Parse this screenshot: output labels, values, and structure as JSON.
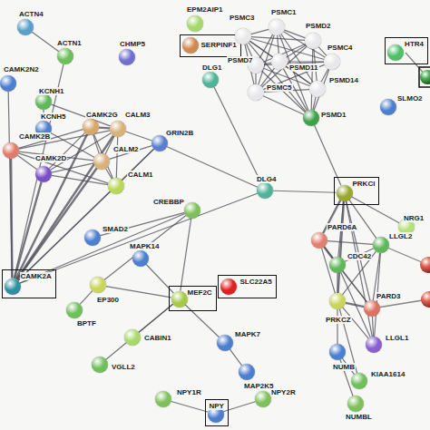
{
  "diagram": {
    "nodes": [
      {
        "text": [
          "ACTN4"
        ]
      },
      {
        "text": [
          "CAMK2N2"
        ]
      },
      {
        "text": [
          "ACTN1"
        ]
      },
      {
        "text": [
          "CHMP5"
        ]
      },
      {
        "text": [
          "EPM2AIP1"
        ]
      },
      {
        "text": [
          "SERPINF1"
        ]
      },
      {
        "text": [
          "DLG1"
        ]
      },
      {
        "text": [
          "PSMC3"
        ]
      },
      {
        "text": [
          "PSMC1"
        ]
      },
      {
        "text": [
          "PSMD2"
        ]
      },
      {
        "text": [
          "PSMD7"
        ]
      },
      {
        "text": [
          "PSMD11"
        ]
      },
      {
        "text": [
          "PSMC4"
        ]
      },
      {
        "text": [
          "PSMD14"
        ]
      },
      {
        "text": [
          "PSMC5"
        ]
      },
      {
        "text": [
          "PSMD1"
        ]
      },
      {
        "text": [
          "HTR4"
        ]
      },
      {
        "text": [
          "SLMO2"
        ]
      },
      {
        "text": [
          "KCNH1"
        ]
      },
      {
        "text": [
          "KCNH5"
        ]
      },
      {
        "text": [
          "CAMK2G"
        ]
      },
      {
        "text": [
          "CALM3"
        ]
      },
      {
        "text": [
          "CAMK2B"
        ]
      },
      {
        "text": [
          "CAMK2D"
        ]
      },
      {
        "text": [
          "CALM2"
        ]
      },
      {
        "text": [
          "CALM1"
        ]
      },
      {
        "text": [
          "GRIN2B"
        ]
      },
      {
        "text": [
          "DLG4"
        ]
      },
      {
        "text": [
          "PRKCI"
        ]
      },
      {
        "text": [
          "CREBBP"
        ]
      },
      {
        "text": [
          "NRG1"
        ]
      },
      {
        "text": [
          "PARD6A"
        ]
      },
      {
        "text": [
          "LLGL2"
        ]
      },
      {
        "text": [
          "SMAD2"
        ]
      },
      {
        "text": [
          "MAPK14"
        ]
      },
      {
        "text": [
          "CDC42"
        ]
      },
      {
        "text": [
          "CAMK2A"
        ]
      },
      {
        "text": [
          "EP300"
        ]
      },
      {
        "text": [
          "MEF2C"
        ]
      },
      {
        "text": [
          "SLC22A5"
        ]
      },
      {
        "text": [
          "PRKCZ"
        ]
      },
      {
        "text": [
          "PARD3"
        ]
      },
      {
        "text": [
          "BPTF"
        ]
      },
      {
        "text": [
          "CABIN1"
        ]
      },
      {
        "text": [
          "MAPK7"
        ]
      },
      {
        "text": [
          "LLGL1"
        ]
      },
      {
        "text": [
          "NUMB"
        ]
      },
      {
        "text": [
          "VGLL2"
        ]
      },
      {
        "text": [
          "MAP2K5"
        ]
      },
      {
        "text": [
          "KIAA1614"
        ]
      },
      {
        "text": [
          "NPY1R"
        ]
      },
      {
        "text": [
          "NPY2R"
        ]
      },
      {
        "text": [
          "NPY"
        ]
      },
      {
        "text": [
          "NUMBL"
        ]
      }
    ],
    "edges": [
      {
        "from": 0,
        "to": 2,
        "arrow": "none"
      },
      {
        "from": 2,
        "to": 36,
        "arrow": "none"
      },
      {
        "from": 1,
        "to": 36,
        "arrow": "none"
      },
      {
        "from": 18,
        "to": 19,
        "arrow": "none"
      },
      {
        "from": 18,
        "to": 21,
        "arrow": "none"
      },
      {
        "from": 19,
        "to": 24,
        "arrow": "none"
      },
      {
        "from": 20,
        "to": 21,
        "arrow": "none"
      },
      {
        "from": 20,
        "to": 24,
        "arrow": "none"
      },
      {
        "from": 20,
        "to": 25,
        "arrow": "none"
      },
      {
        "from": 20,
        "to": 36,
        "arrow": "none"
      },
      {
        "from": 20,
        "to": 22,
        "arrow": "none"
      },
      {
        "from": 20,
        "to": 23,
        "arrow": "none"
      },
      {
        "from": 21,
        "to": 22,
        "arrow": "none"
      },
      {
        "from": 21,
        "to": 23,
        "arrow": "none"
      },
      {
        "from": 21,
        "to": 36,
        "arrow": "none"
      },
      {
        "from": 21,
        "to": 24,
        "arrow": "none"
      },
      {
        "from": 21,
        "to": 25,
        "arrow": "none"
      },
      {
        "from": 22,
        "to": 23,
        "arrow": "none"
      },
      {
        "from": 22,
        "to": 24,
        "arrow": "none"
      },
      {
        "from": 22,
        "to": 25,
        "arrow": "none"
      },
      {
        "from": 22,
        "to": 36,
        "arrow": "none"
      },
      {
        "from": 23,
        "to": 24,
        "arrow": "none"
      },
      {
        "from": 23,
        "to": 25,
        "arrow": "none"
      },
      {
        "from": 23,
        "to": 36,
        "arrow": "none"
      },
      {
        "from": 24,
        "to": 25,
        "arrow": "none"
      },
      {
        "from": 24,
        "to": 36,
        "arrow": "none"
      },
      {
        "from": 25,
        "to": 36,
        "arrow": "none"
      },
      {
        "from": 26,
        "to": 36,
        "arrow": "none"
      },
      {
        "from": 26,
        "to": 21,
        "arrow": "none"
      },
      {
        "from": 26,
        "to": 24,
        "arrow": "none"
      },
      {
        "from": 26,
        "to": 25,
        "arrow": "none"
      },
      {
        "from": 26,
        "to": 27,
        "arrow": "none"
      },
      {
        "from": 27,
        "to": 36,
        "arrow": "none"
      },
      {
        "from": 6,
        "to": 27,
        "arrow": "none"
      },
      {
        "from": 27,
        "to": 28,
        "arrow": "none"
      },
      {
        "from": 15,
        "to": 28,
        "arrow": "none"
      },
      {
        "from": 36,
        "to": 29,
        "arrow": "none"
      },
      {
        "from": 29,
        "to": 33,
        "arrow": "none"
      },
      {
        "from": 29,
        "to": 37,
        "arrow": "none"
      },
      {
        "from": 29,
        "to": 38,
        "arrow": "none"
      },
      {
        "from": 38,
        "to": 34,
        "arrow": "none"
      },
      {
        "from": 38,
        "to": 37,
        "arrow": "none"
      },
      {
        "from": 38,
        "to": 43,
        "arrow": "none"
      },
      {
        "from": 38,
        "to": 44,
        "arrow": "none"
      },
      {
        "from": 38,
        "to": 47,
        "arrow": "none"
      },
      {
        "from": 37,
        "to": 42,
        "arrow": "none"
      },
      {
        "from": 44,
        "to": 48,
        "arrow": "none"
      },
      {
        "from": 50,
        "to": 52,
        "arrow": "none"
      },
      {
        "from": 51,
        "to": 52,
        "arrow": "none"
      },
      {
        "from": 7,
        "to": 8,
        "arrow": "none"
      },
      {
        "from": 7,
        "to": 9,
        "arrow": "none"
      },
      {
        "from": 7,
        "to": 10,
        "arrow": "none"
      },
      {
        "from": 7,
        "to": 11,
        "arrow": "none"
      },
      {
        "from": 7,
        "to": 12,
        "arrow": "none"
      },
      {
        "from": 7,
        "to": 13,
        "arrow": "none"
      },
      {
        "from": 7,
        "to": 14,
        "arrow": "none"
      },
      {
        "from": 7,
        "to": 15,
        "arrow": "none"
      },
      {
        "from": 8,
        "to": 9,
        "arrow": "none"
      },
      {
        "from": 8,
        "to": 10,
        "arrow": "none"
      },
      {
        "from": 8,
        "to": 11,
        "arrow": "none"
      },
      {
        "from": 8,
        "to": 12,
        "arrow": "none"
      },
      {
        "from": 8,
        "to": 13,
        "arrow": "none"
      },
      {
        "from": 8,
        "to": 14,
        "arrow": "none"
      },
      {
        "from": 8,
        "to": 15,
        "arrow": "none"
      },
      {
        "from": 9,
        "to": 10,
        "arrow": "none"
      },
      {
        "from": 9,
        "to": 11,
        "arrow": "none"
      },
      {
        "from": 9,
        "to": 12,
        "arrow": "none"
      },
      {
        "from": 9,
        "to": 13,
        "arrow": "none"
      },
      {
        "from": 9,
        "to": 14,
        "arrow": "none"
      },
      {
        "from": 9,
        "to": 15,
        "arrow": "none"
      },
      {
        "from": 10,
        "to": 11,
        "arrow": "none"
      },
      {
        "from": 10,
        "to": 12,
        "arrow": "none"
      },
      {
        "from": 10,
        "to": 13,
        "arrow": "none"
      },
      {
        "from": 10,
        "to": 14,
        "arrow": "none"
      },
      {
        "from": 10,
        "to": 15,
        "arrow": "none"
      },
      {
        "from": 11,
        "to": 12,
        "arrow": "none"
      },
      {
        "from": 11,
        "to": 13,
        "arrow": "none"
      },
      {
        "from": 11,
        "to": 14,
        "arrow": "none"
      },
      {
        "from": 11,
        "to": 15,
        "arrow": "none"
      },
      {
        "from": 12,
        "to": 13,
        "arrow": "none"
      },
      {
        "from": 12,
        "to": 14,
        "arrow": "none"
      },
      {
        "from": 12,
        "to": 15,
        "arrow": "none"
      },
      {
        "from": 13,
        "to": 14,
        "arrow": "none"
      },
      {
        "from": 13,
        "to": 15,
        "arrow": "none"
      },
      {
        "from": 14,
        "to": 15,
        "arrow": "none"
      },
      {
        "from": 28,
        "to": 30,
        "arrow": "none"
      },
      {
        "from": 28,
        "to": 31,
        "arrow": "none"
      },
      {
        "from": 28,
        "to": 32,
        "arrow": "none"
      },
      {
        "from": 28,
        "to": 35,
        "arrow": "none"
      },
      {
        "from": 28,
        "to": 40,
        "arrow": "none"
      },
      {
        "from": 28,
        "to": 41,
        "arrow": "none"
      },
      {
        "from": 28,
        "to": 45,
        "arrow": "none"
      },
      {
        "from": 31,
        "to": 35,
        "arrow": "none"
      },
      {
        "from": 31,
        "to": 41,
        "arrow": "none"
      },
      {
        "from": 31,
        "to": 40,
        "arrow": "none"
      },
      {
        "from": 31,
        "to": 32,
        "arrow": "none"
      },
      {
        "from": 35,
        "to": 41,
        "arrow": "none"
      },
      {
        "from": 35,
        "to": 40,
        "arrow": "none"
      },
      {
        "from": 35,
        "to": 32,
        "arrow": "none"
      },
      {
        "from": 35,
        "to": 45,
        "arrow": "none"
      },
      {
        "from": 40,
        "to": 41,
        "arrow": "none"
      },
      {
        "from": 40,
        "to": 46,
        "arrow": "none"
      },
      {
        "from": 40,
        "to": 45,
        "arrow": "none"
      },
      {
        "from": 40,
        "to": 32,
        "arrow": "none"
      },
      {
        "from": 41,
        "to": 45,
        "arrow": "none"
      },
      {
        "from": 41,
        "to": 32,
        "arrow": "none"
      },
      {
        "from": 32,
        "to": 45,
        "arrow": "none"
      },
      {
        "from": 46,
        "to": 53,
        "arrow": "none"
      },
      {
        "from": 46,
        "to": 49,
        "arrow": "none"
      },
      {
        "from": 49,
        "to": 40,
        "arrow": "none"
      }
    ]
  }
}
